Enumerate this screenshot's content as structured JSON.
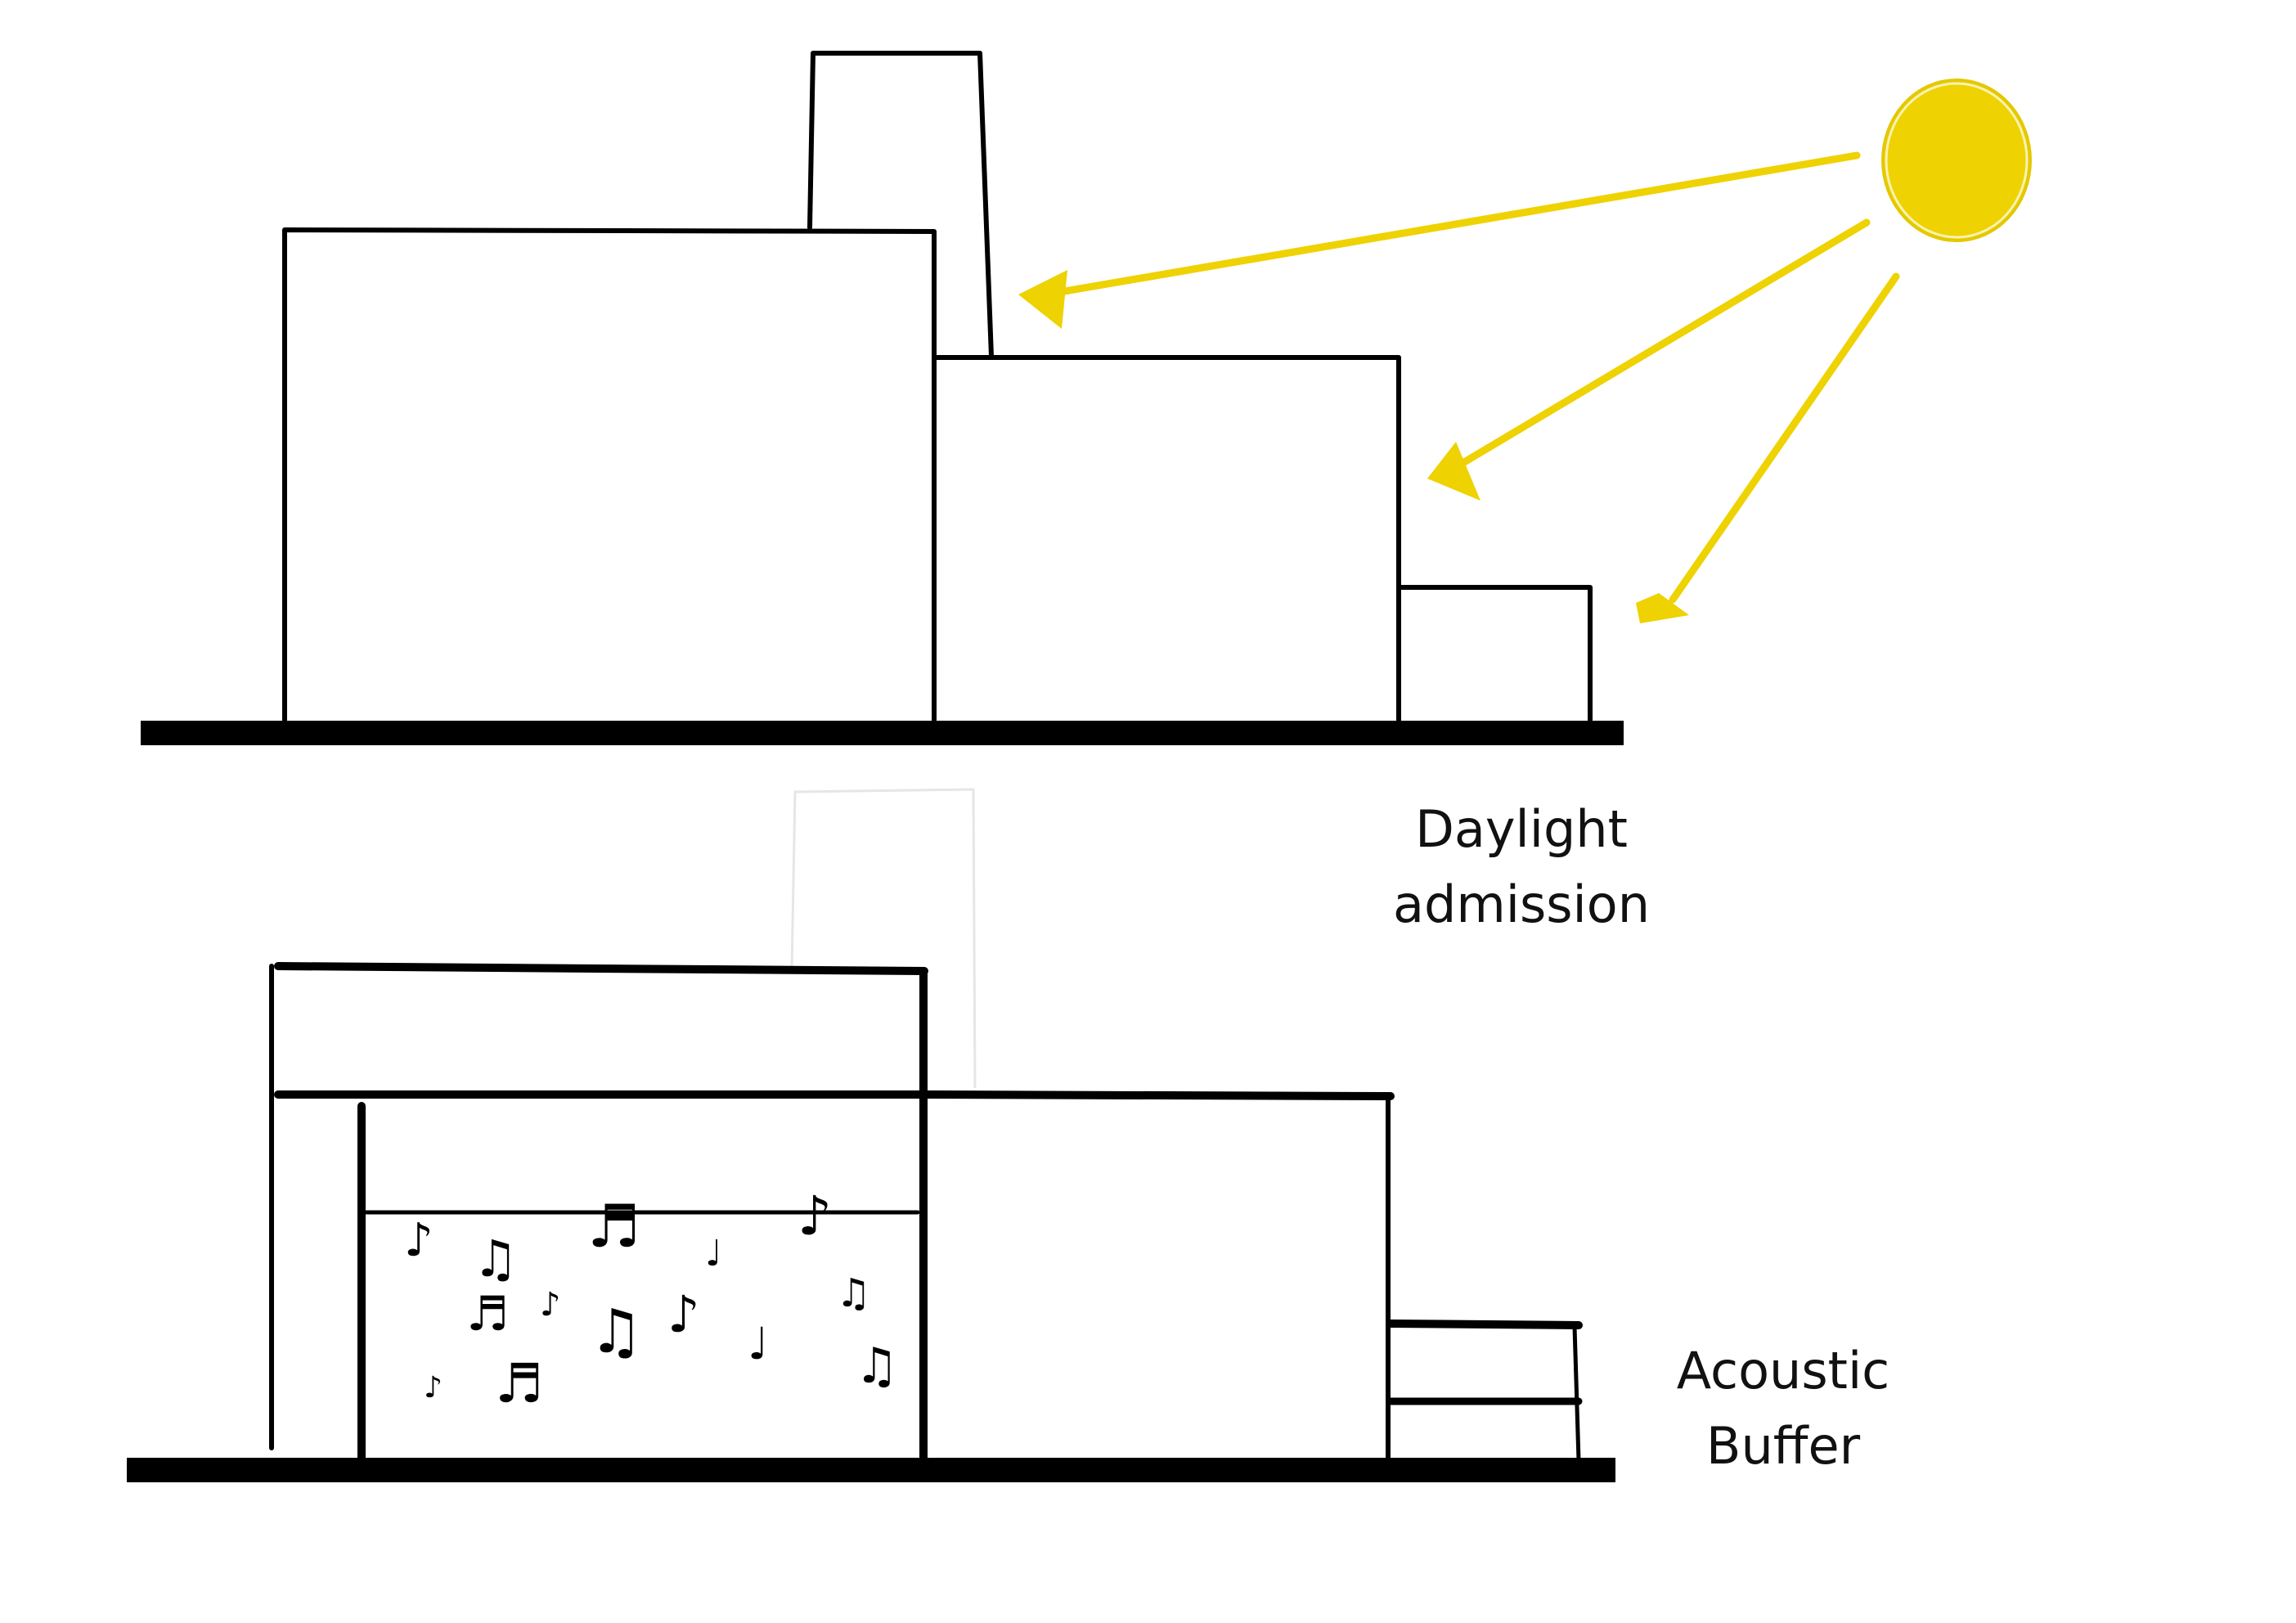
{
  "labels": {
    "daylight": {
      "line1": "Daylight",
      "line2": "admission"
    },
    "acoustic": {
      "line1": "Acoustic",
      "line2": "Buffer"
    }
  },
  "colors": {
    "sun": "#EED202",
    "ink": "#000000",
    "background": "#FFFFFF"
  },
  "icons": {
    "sun": "sun-icon",
    "note": "music-note-icon",
    "arrow": "arrow-icon"
  },
  "notes": [
    "♪",
    "♫",
    "♬",
    "♩",
    "♪",
    "♫",
    "♪",
    "♬",
    "♫",
    "♪",
    "♩",
    "♫",
    "♪",
    "♬",
    "♪",
    "♫"
  ]
}
